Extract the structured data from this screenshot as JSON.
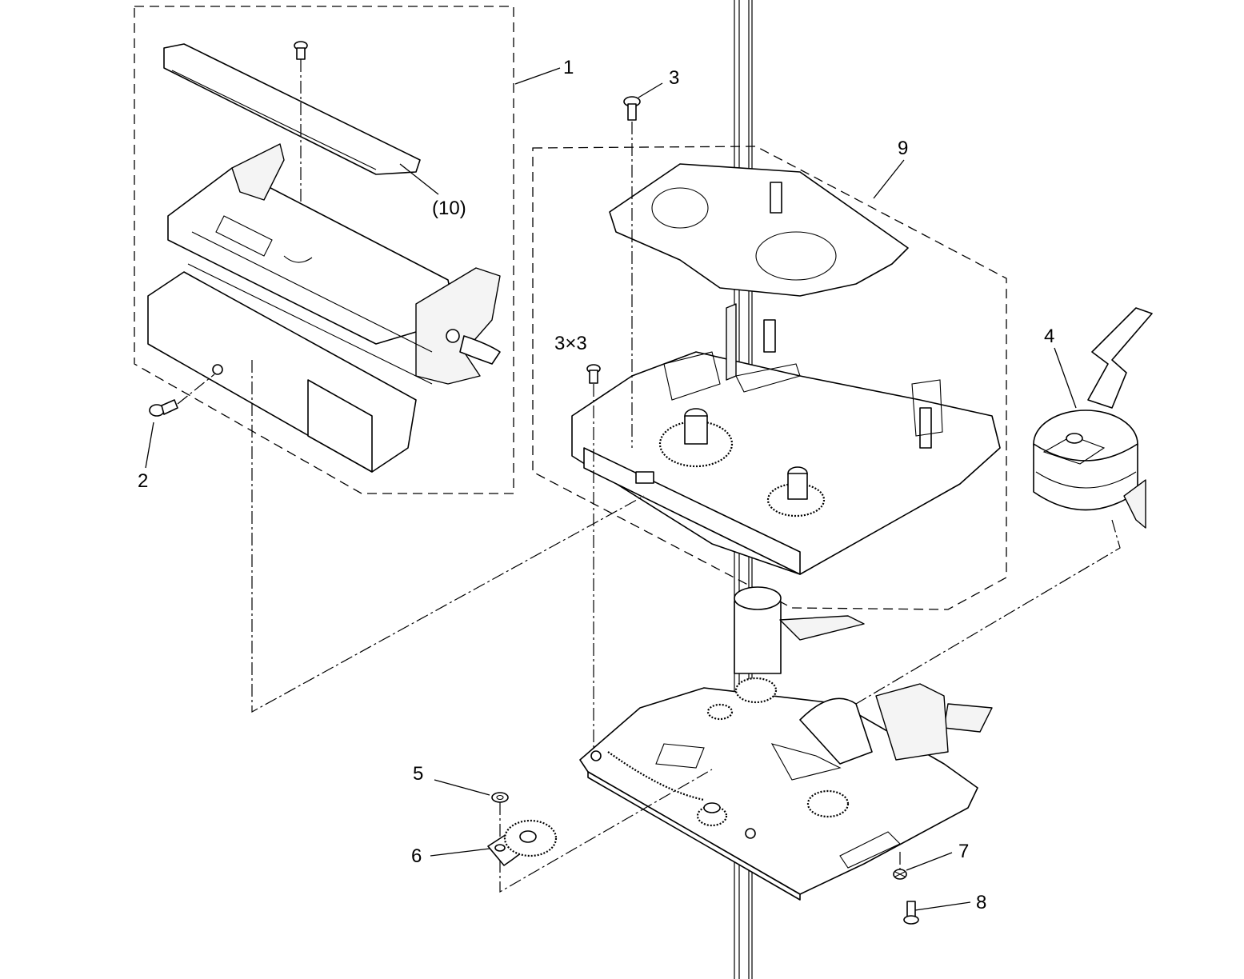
{
  "labels": {
    "l1": "1",
    "l2": "2",
    "l3": "3",
    "l3x3": "3×3",
    "l4": "4",
    "l5": "5",
    "l6": "6",
    "l7": "7",
    "l8": "8",
    "l9": "9",
    "l10": "(10)"
  }
}
